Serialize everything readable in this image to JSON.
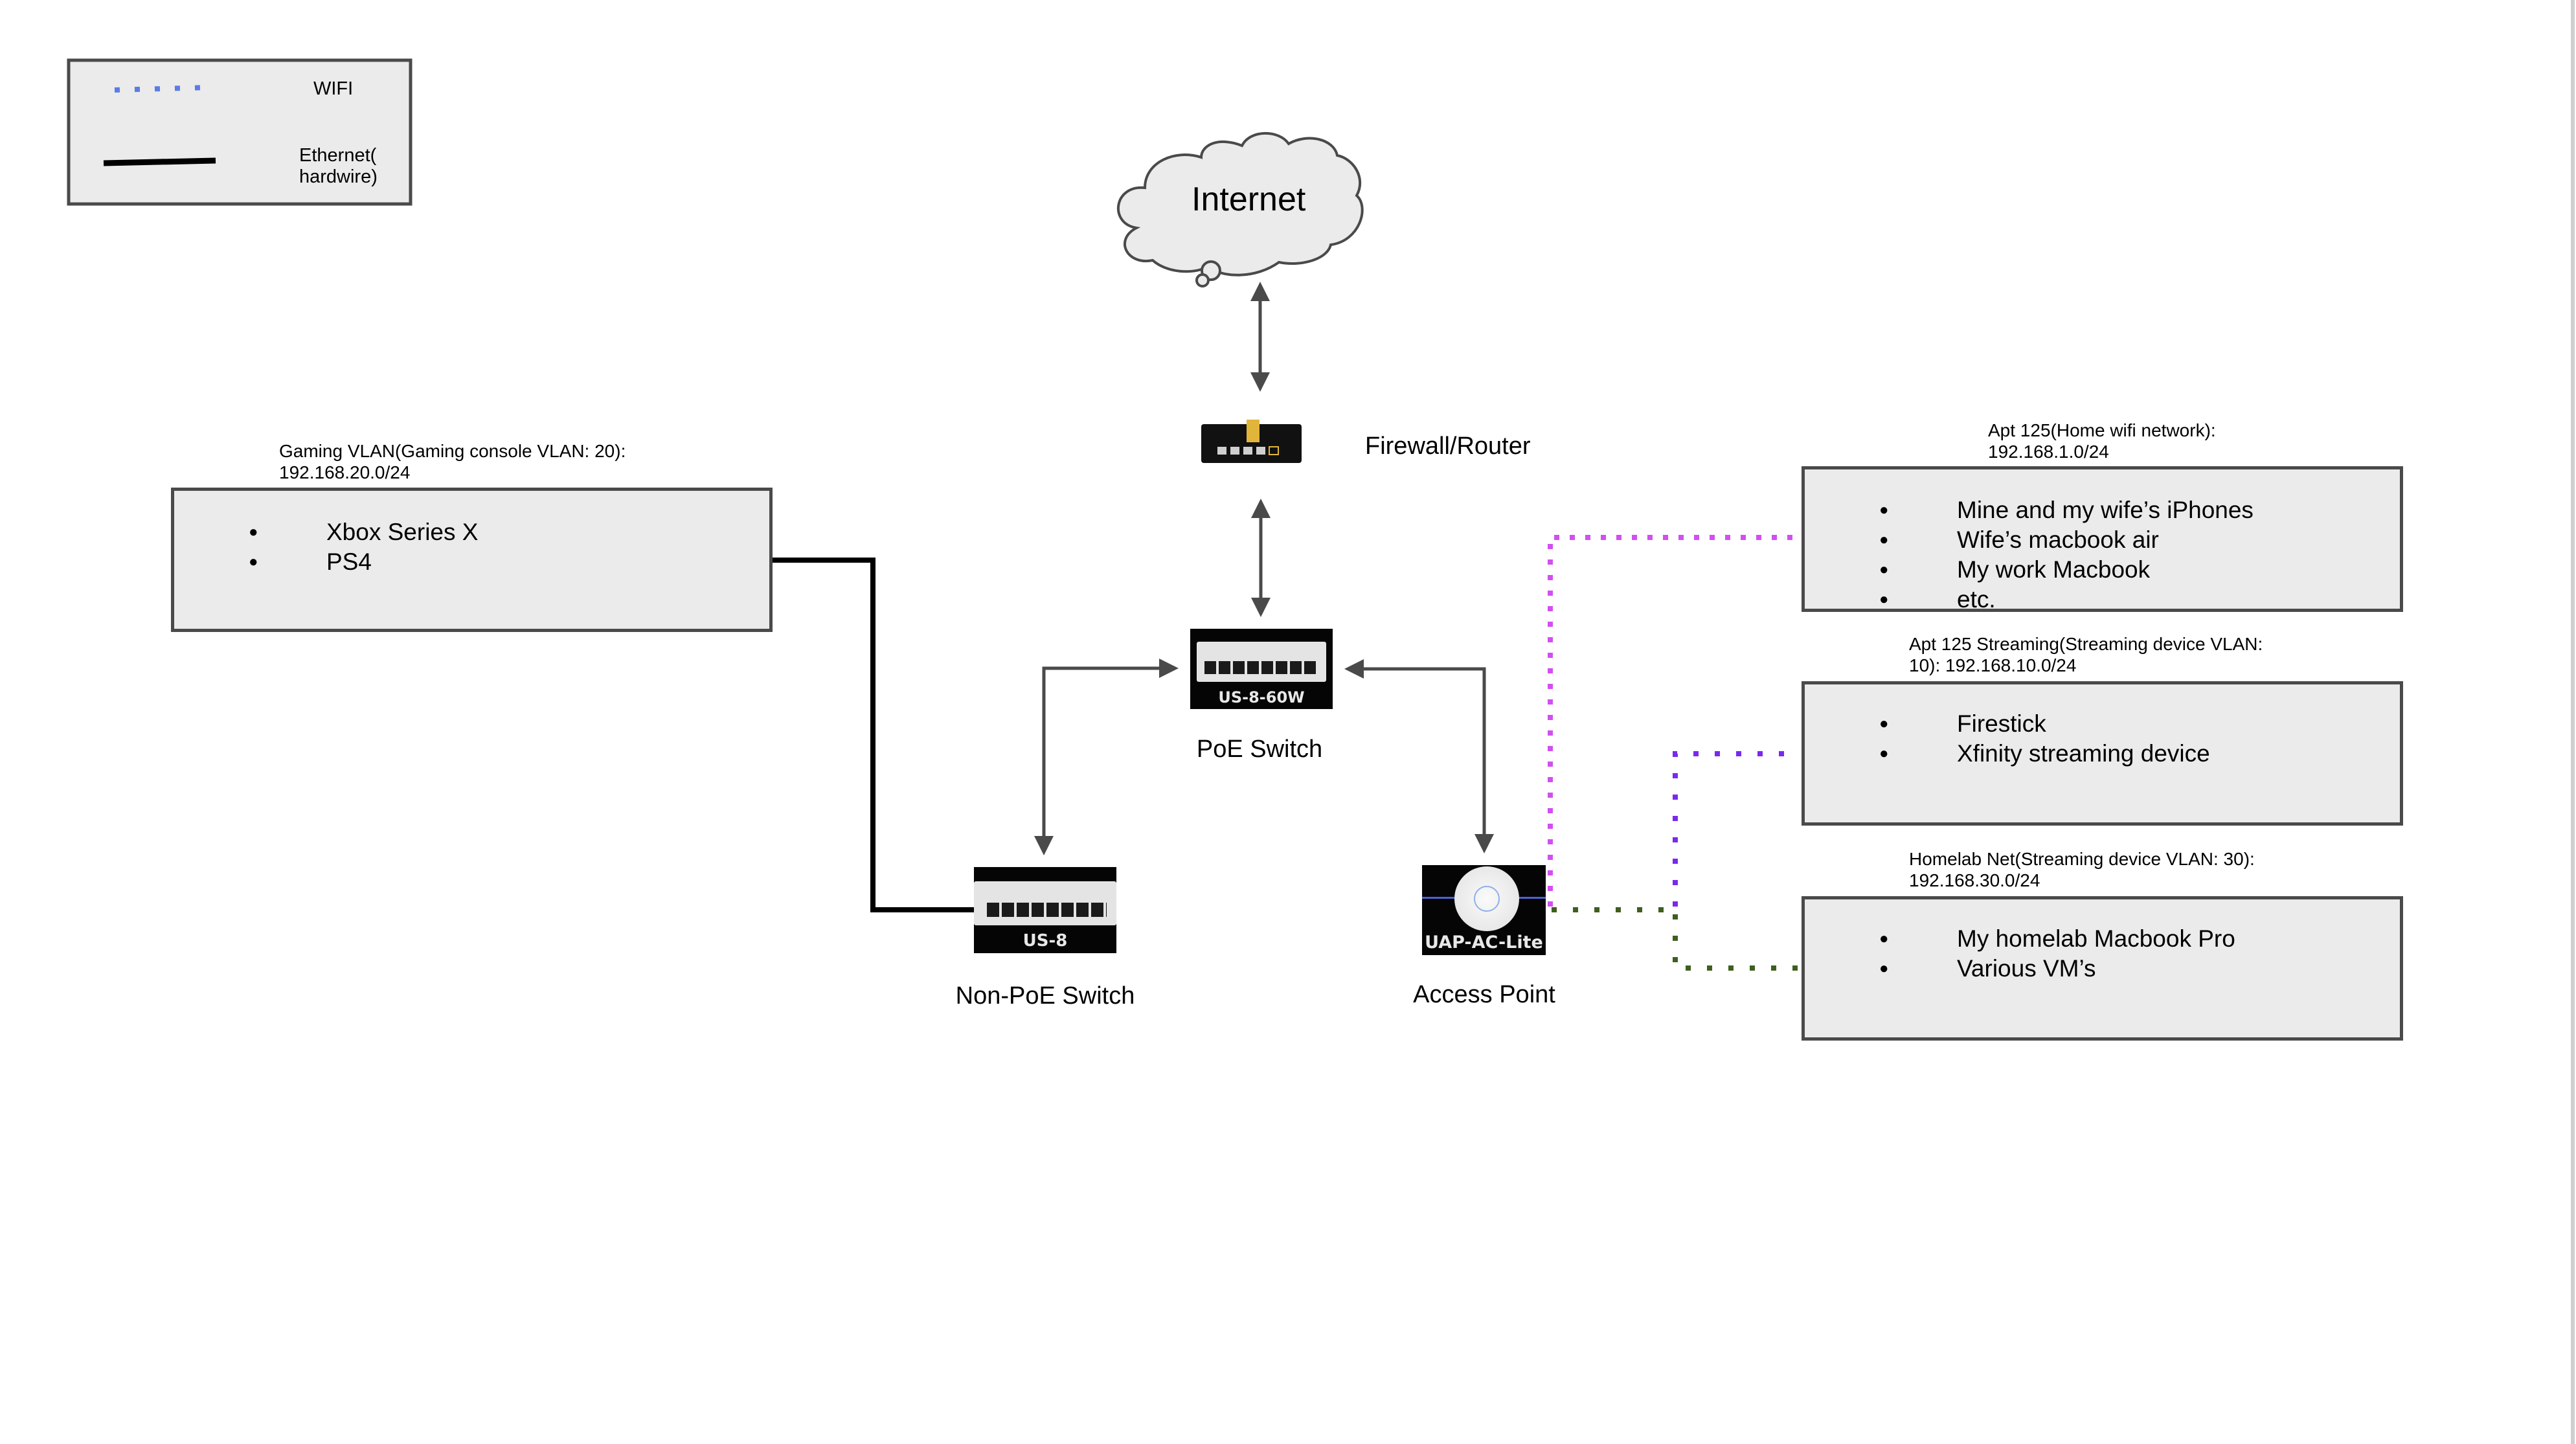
{
  "legend": {
    "wifi_label": "WIFI",
    "ethernet_label": "Ethernet(\nhardwire)",
    "wifi_color": "#5b7ce6",
    "ethernet_color": "#000000"
  },
  "nodes": {
    "internet": {
      "label": "Internet"
    },
    "router": {
      "label": "Firewall/Router"
    },
    "poe_switch": {
      "label": "PoE Switch",
      "model": "US-8-60W"
    },
    "nonpoe_switch": {
      "label": "Non-PoE Switch",
      "model": "US-8"
    },
    "access_point": {
      "label": "Access Point",
      "model": "UAP-AC-Lite"
    }
  },
  "networks": {
    "gaming": {
      "title_line1": "Gaming VLAN(Gaming console VLAN: 20):",
      "title_line2": "192.168.20.0/24",
      "items": [
        "Xbox Series X",
        "PS4"
      ]
    },
    "home_wifi": {
      "title_line1": "Apt 125(Home wifi network):",
      "title_line2": "192.168.1.0/24",
      "items": [
        "Mine and my wife’s iPhones",
        "Wife’s macbook air",
        "My work Macbook",
        "etc."
      ],
      "link_color": "#d24ff0"
    },
    "streaming": {
      "title_line1": "Apt 125 Streaming(Streaming device VLAN:",
      "title_line2": "10): 192.168.10.0/24",
      "items": [
        "Firestick",
        "Xfinity streaming device"
      ],
      "link_color": "#7a29f0"
    },
    "homelab": {
      "title_line1": "Homelab Net(Streaming device VLAN: 30):",
      "title_line2": "192.168.30.0/24",
      "items": [
        "My homelab Macbook Pro",
        "Various VM’s"
      ],
      "link_color": "#3f5f1f"
    }
  },
  "colors": {
    "arrow": "#4a4a4a",
    "box_fill": "#ebebeb",
    "box_border": "#4a4a4a",
    "router_accent": "#e0b53a"
  }
}
